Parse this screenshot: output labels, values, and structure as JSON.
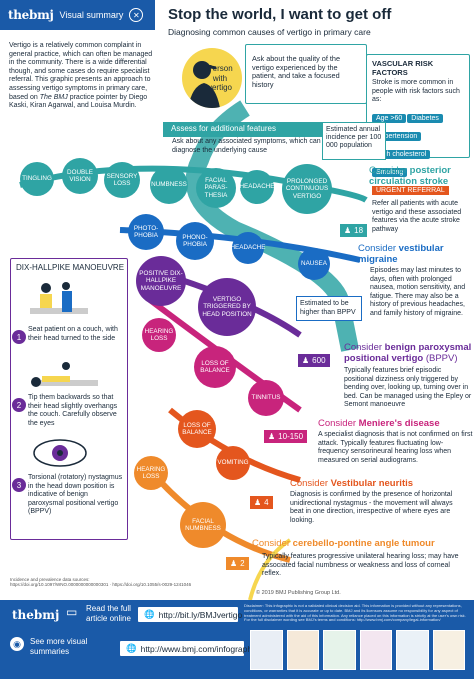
{
  "header": {
    "brand": "thebmj",
    "label": "Visual summary"
  },
  "title": "Stop the world, I want to get off",
  "subtitle": "Diagnosing common causes of vertigo in primary care",
  "intro": {
    "text1": "Vertigo is a relatively common complaint in general practice, which can often be managed in the community. There is a wide differential though, and some cases do require specialist referral. This graphic presents an approach to assessing vertigo symptoms in primary care, based on ",
    "journal": "The BMJ",
    "text2": " practice pointer by Diego Kaski, Kiran Agarwal, and Louisa Murdin."
  },
  "person_label": "Person with vertigo",
  "ask_box": "Ask about the quality of the vertigo experienced by the patient, and take a focused history",
  "risk": {
    "title": "VASCULAR RISK FACTORS",
    "text": "Stroke is more common in people with risk factors such as:",
    "factors": [
      "Age >60",
      "Diabetes",
      "Hypertension",
      "High cholesterol",
      "Smoking"
    ]
  },
  "assess": {
    "title": "Assess for additional features",
    "text": "Ask about any associated symptoms, which can help to diagnose the underlying cause"
  },
  "incidence_box": "Estimated annual incidence per 100 000 population",
  "rows": {
    "r1": [
      "TINGLING",
      "DOUBLE VISION",
      "SENSORY LOSS",
      "NUMBNESS",
      "FACIAL PARAS-THESIA",
      "HEADACHE",
      "PROLONGED CONTINUOUS VERTIGO"
    ],
    "r2": [
      "PHOTO-PHOBIA",
      "PHONO-PHOBIA",
      "HEADACHE",
      "NAUSEA"
    ],
    "r3": [
      "POSITIVE DIX-HALLPIKE MANOEUVRE",
      "VERTIGO TRIGGERED BY HEAD POSITION"
    ],
    "r4": [
      "HEARING LOSS",
      "LOSS OF BALANCE",
      "TINNITUS"
    ],
    "r5": [
      "LOSS OF BALANCE",
      "VOMITING"
    ],
    "r6": [
      "HEARING LOSS",
      "FACIAL NUMBNESS"
    ]
  },
  "conditions": {
    "stroke": {
      "prefix": "Consider ",
      "name": "posterior circulation stroke",
      "urgent": "URGENT REFERRAL",
      "desc": "Refer all patients with acute vertigo and these associated features via the acute stroke pathway",
      "stat": "18"
    },
    "migraine": {
      "prefix": "Consider ",
      "name": "vestibular migraine",
      "desc": "Episodes may last minutes to days, often with prolonged nausea, motion sensitivity, and fatigue. There may also be a history of previous headaches, and family history of migraine.",
      "note": "Estimated to be higher than BPPV"
    },
    "bppv": {
      "prefix": "Consider ",
      "name": "benign paroxysmal positional vertigo",
      "abbr": " (BPPV)",
      "desc": "Typically features brief episodic positional dizziness only triggered by bending over, looking up, turning over in bed. Can be managed using the Epley or Semont manoeuvre",
      "stat": "600"
    },
    "meniere": {
      "prefix": "Consider ",
      "name": "Meniere's disease",
      "desc": "A specialist diagnosis that is not confirmed on first attack. Typically features fluctuating low-frequency sensorineural hearing loss when measured on serial audiograms.",
      "stat": "10-150"
    },
    "neuritis": {
      "prefix": "Consider ",
      "name": "Vestibular neuritis",
      "desc": "Diagnosis is confirmed by the presence of horizontal unidirectional nystagmus - the movement will always beat in one direction, irrespective of where eyes are looking.",
      "stat": "4"
    },
    "tumour": {
      "prefix": "Consider ",
      "name": "cerebello-pontine angle tumour",
      "desc": "Typically features progressive unilateral hearing loss; may have associated facial numbness or weakness and loss of corneal reflex.",
      "stat": "2"
    }
  },
  "dix": {
    "title": "DIX-HALLPIKE MANOEUVRE",
    "steps": [
      {
        "num": "1",
        "text": "Seat patient on a couch, with their head turned to the side"
      },
      {
        "num": "2",
        "text": "Tip them backwards so that their head slightly overhangs the couch. Carefully observe the eyes"
      },
      {
        "num": "3",
        "text": "Torsional (rotatory) nystagmus in the head down position is indicative of benign paroxysmal positional vertigo (BPPV)"
      }
    ]
  },
  "sources": {
    "title": "Incidence and prevalence data sources:",
    "text": "https://doi.org/10.1097/WNO.0000000000000301 · https://doi.org/10.1055/s-0029-1241046"
  },
  "copyright": "© 2019 BMJ Publishing Group Ltd.",
  "disclaimer": "Disclaimer: This infographic is not a validated clinical decision aid. This information is provided without any representations, conditions, or warranties that it is accurate or up to date. BMJ and its licensors assume no responsibility for any aspect of treatment administered with the aid of this information. Any reliance placed on this information is strictly at the user's own risk. For the full disclaimer wording see BMJ's terms and conditions: http://www.bmj.com/company/legal-information/",
  "footer": {
    "brand": "thebmj",
    "read_label": "Read the full article online",
    "read_url": "http://bit.ly/BMJvertigo",
    "more_label": "See more visual summaries",
    "more_url": "http://www.bmj.com/infographics"
  },
  "colors": {
    "teal": "#2fa4a4",
    "blue": "#1a6cc4",
    "purple": "#6a2c99",
    "pink": "#c8247c",
    "orange": "#ef8a2b",
    "navy": "#1a5aa8",
    "urgent": "#e4561e"
  },
  "icons": [
    "close-circle-icon",
    "person-silhouette-icon",
    "computer-icon",
    "eye-icon",
    "globe-icon"
  ]
}
